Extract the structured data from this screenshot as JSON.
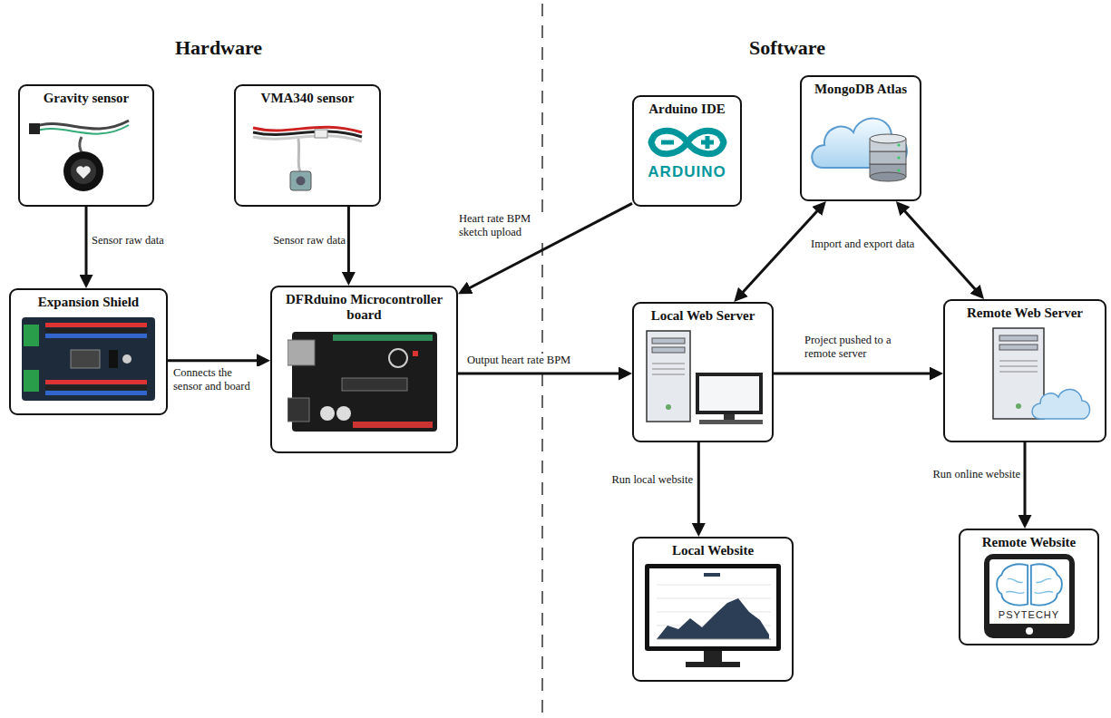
{
  "diagram": {
    "nodes": [
      {
        "text": [
          "Gravity sensor"
        ]
      },
      {
        "text": [
          "VMA340 sensor"
        ]
      },
      {
        "text": [
          "Arduino IDE",
          "ARDUINO"
        ]
      },
      {
        "text": [
          "MongoDB Atlas"
        ]
      },
      {
        "text": [
          "Expansion Shield"
        ]
      },
      {
        "text": [
          "DFRduino Microcontroller board"
        ]
      },
      {
        "text": [
          "Local Web Server"
        ]
      },
      {
        "text": [
          "Remote Web Server"
        ]
      },
      {
        "text": [
          "Local Website"
        ]
      },
      {
        "text": [
          "Remote Website",
          "PSYTECHY"
        ]
      }
    ],
    "edges": [
      {
        "from": 0,
        "to": 4,
        "label": "Sensor raw data",
        "arrow": "to"
      },
      {
        "from": 1,
        "to": 5,
        "label": "Sensor raw data",
        "arrow": "to"
      },
      {
        "from": 4,
        "to": 5,
        "label": "Connects the sensor and board",
        "arrow": "to"
      },
      {
        "from": 2,
        "to": 5,
        "label": "Heart rate BPM sketch upload",
        "arrow": "to"
      },
      {
        "from": 5,
        "to": 6,
        "label": "Output heart rate BPM",
        "arrow": "to"
      },
      {
        "from": 3,
        "to": 6,
        "label": "Import and export data",
        "arrow": "both"
      },
      {
        "from": 3,
        "to": 7,
        "arrow": "both"
      },
      {
        "from": 6,
        "to": 7,
        "label": "Project pushed to a remote server",
        "arrow": "to"
      },
      {
        "from": 6,
        "to": 8,
        "label": "Run local website",
        "arrow": "to"
      },
      {
        "from": 7,
        "to": 9,
        "label": "Run online website",
        "arrow": "to"
      }
    ],
    "labels": [
      "Hardware",
      "Software"
    ]
  }
}
